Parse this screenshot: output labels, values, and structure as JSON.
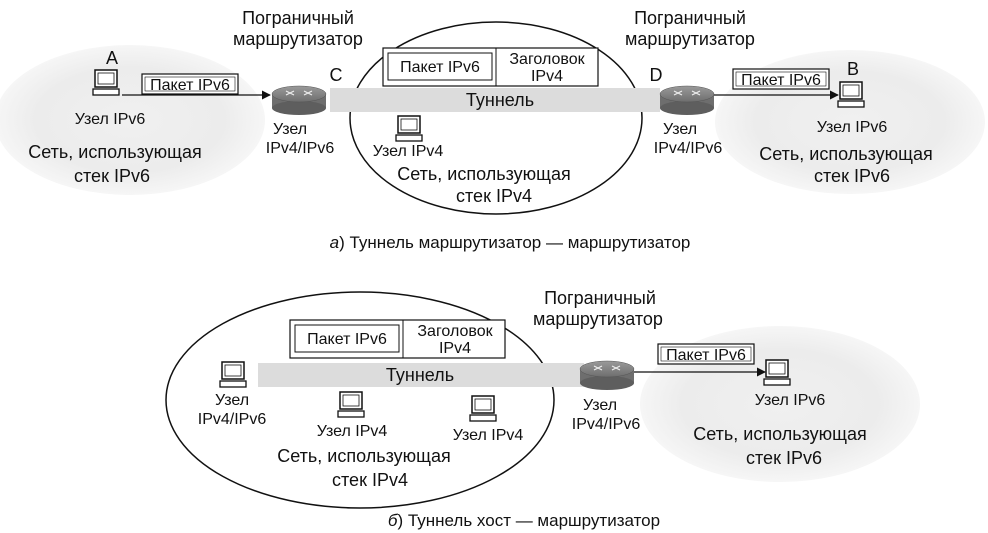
{
  "diagram_a": {
    "left_border_router": [
      "Пограничный",
      "маршрутизатор"
    ],
    "right_border_router": [
      "Пограничный",
      "маршрутизатор"
    ],
    "label_a": "A",
    "label_b": "B",
    "label_c": "C",
    "label_d": "D",
    "packet_left": "Пакет IPv6",
    "packet_right": "Пакет IPv6",
    "encap_packet": "Пакет IPv6",
    "encap_header": [
      "Заголовок",
      "IPv4"
    ],
    "tunnel": "Туннель",
    "node_a": "Узел IPv6",
    "node_b": "Узел IPv6",
    "router_c": [
      "Узел",
      "IPv4/IPv6"
    ],
    "router_d": [
      "Узел",
      "IPv4/IPv6"
    ],
    "center_node": "Узел IPv4",
    "left_net": [
      "Сеть, использующая",
      "стек IPv6"
    ],
    "center_net": [
      "Сеть, использующая",
      "стек IPv4"
    ],
    "right_net": [
      "Сеть, использующая",
      "стек IPv6"
    ],
    "caption_letter": "а",
    "caption_text": ") Туннель маршрутизатор — маршрутизатор"
  },
  "diagram_b": {
    "border_router": [
      "Пограничный",
      "маршрутизатор"
    ],
    "encap_packet": "Пакет IPv6",
    "encap_header": [
      "Заголовок",
      "IPv4"
    ],
    "tunnel": "Туннель",
    "host": [
      "Узел",
      "IPv4/IPv6"
    ],
    "node_1": "Узел IPv4",
    "node_2": "Узел IPv4",
    "net_left": [
      "Сеть, использующая",
      "стек IPv4"
    ],
    "router": [
      "Узел",
      "IPv4/IPv6"
    ],
    "packet_out": "Пакет IPv6",
    "dest_node": "Узел IPv6",
    "net_right": [
      "Сеть, использующая",
      "стек IPv6"
    ],
    "caption_letter": "б",
    "caption_text": ") Туннель хост — маршрутизатор"
  },
  "colors": {
    "cloud": "#ececec",
    "tunnel": "#dcdcdc",
    "router": "#7a7a7a",
    "line": "#111111"
  }
}
